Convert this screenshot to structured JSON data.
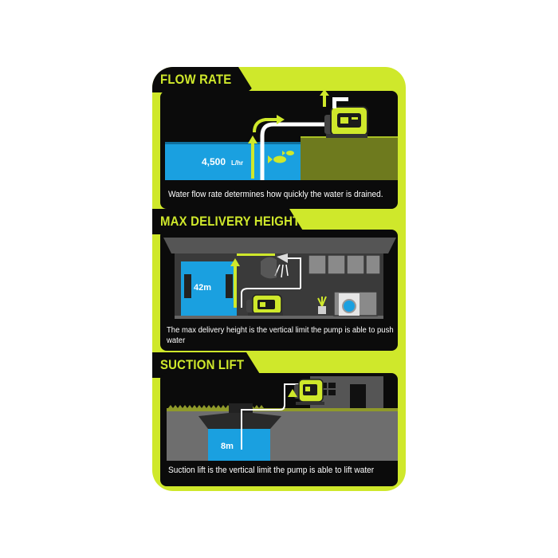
{
  "sections": {
    "flow": {
      "title": "FLOW RATE",
      "value_number": "4,500",
      "value_unit": "L/hr",
      "caption": "Water flow rate determines how quickly the water is drained."
    },
    "delivery": {
      "title": "MAX DELIVERY HEIGHT",
      "value": "42m",
      "caption": "The max delivery height is the vertical limit the pump is able to push water"
    },
    "suction": {
      "title": "SUCTION LIFT",
      "value": "8m",
      "caption": "Suction lift is the vertical limit the pump is able to lift water"
    }
  },
  "colors": {
    "accent": "#cfe82b",
    "water": "#1aa0e0",
    "panel": "#0b0b0b",
    "ground": "#6e7a1e",
    "building": "#555555"
  }
}
